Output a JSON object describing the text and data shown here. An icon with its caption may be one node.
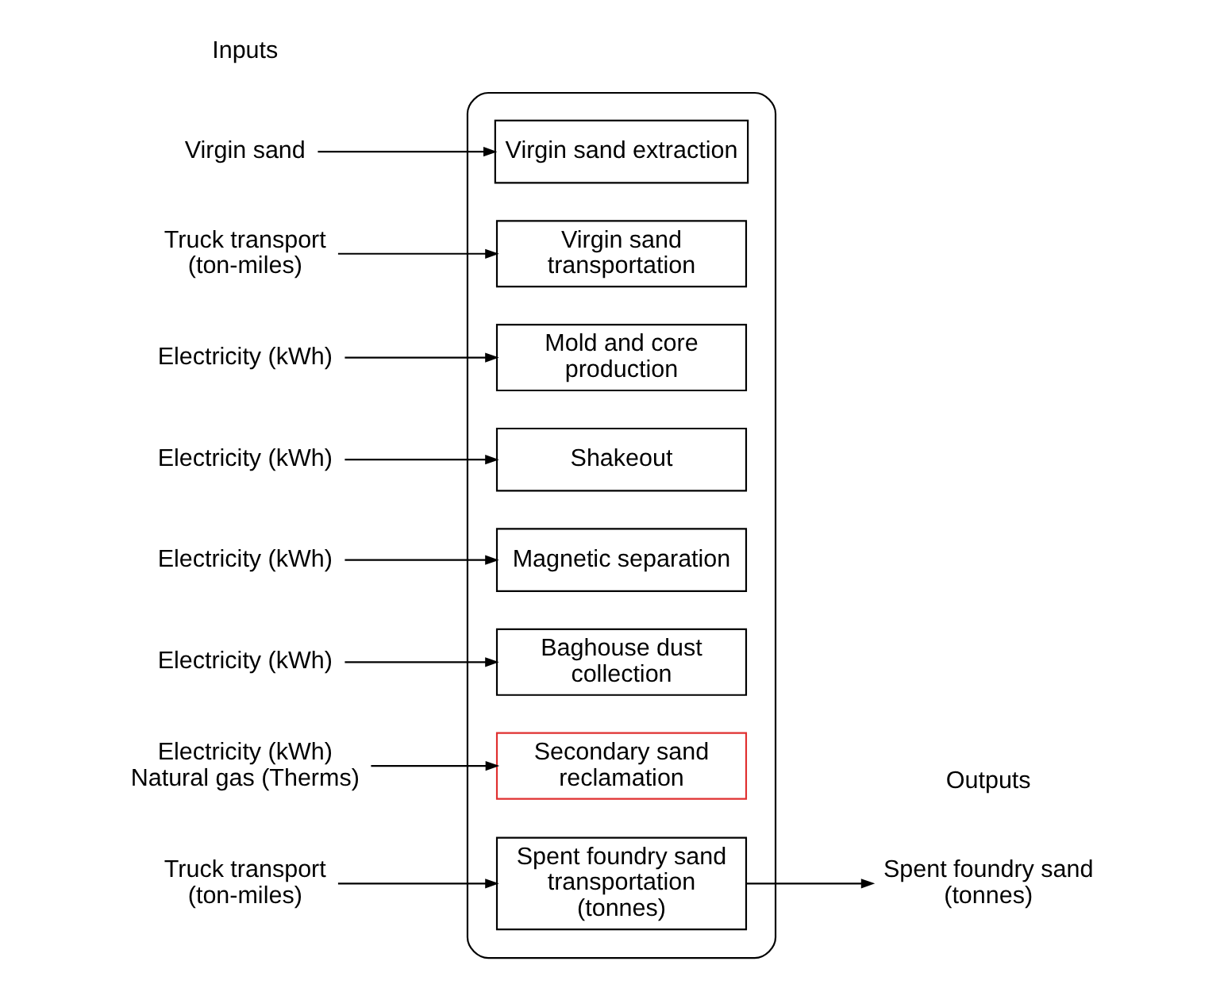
{
  "diagram": {
    "nodes": [
      {
        "text": [],
        "shape": "box"
      },
      {
        "text": [
          "Virgin sand extraction"
        ],
        "in": 0
      },
      {
        "text": [
          "Virgin sand transportation"
        ],
        "in": 0
      },
      {
        "text": [
          "Mold and core production"
        ],
        "in": 0
      },
      {
        "text": [
          "Shakeout"
        ],
        "in": 0
      },
      {
        "text": [
          "Magnetic separation"
        ],
        "in": 0
      },
      {
        "text": [
          "Baghouse dust collection"
        ],
        "in": 0
      },
      {
        "text": [
          "Secondary sand reclamation"
        ],
        "in": 0
      },
      {
        "text": [
          "Spent foundry sand transportation (tonnes)"
        ],
        "in": 0
      },
      {
        "text": [
          "Virgin sand"
        ]
      },
      {
        "text": [
          "Truck transport (ton-miles)"
        ]
      },
      {
        "text": [
          "Electricity (kWh)"
        ]
      },
      {
        "text": [
          "Electricity (kWh)"
        ]
      },
      {
        "text": [
          "Electricity (kWh)"
        ]
      },
      {
        "text": [
          "Electricity (kWh)"
        ]
      },
      {
        "text": [
          "Electricity (kWh)",
          "Natural gas (Therms)"
        ]
      },
      {
        "text": [
          "Truck transport (ton-miles)"
        ]
      },
      {
        "text": [
          "Spent foundry sand (tonnes)"
        ]
      }
    ],
    "edges": [
      {
        "from": 9,
        "to": 1,
        "arrow": "to"
      },
      {
        "from": 10,
        "to": 2,
        "arrow": "to"
      },
      {
        "from": 11,
        "to": 3,
        "arrow": "to"
      },
      {
        "from": 12,
        "to": 4,
        "arrow": "to"
      },
      {
        "from": 13,
        "to": 5,
        "arrow": "to"
      },
      {
        "from": 14,
        "to": 6,
        "arrow": "to"
      },
      {
        "from": 15,
        "to": 7,
        "arrow": "to"
      },
      {
        "from": 16,
        "to": 8,
        "arrow": "to"
      },
      {
        "from": 8,
        "to": 17,
        "arrow": "to"
      }
    ],
    "labels": [
      "Inputs",
      "Outputs"
    ]
  }
}
